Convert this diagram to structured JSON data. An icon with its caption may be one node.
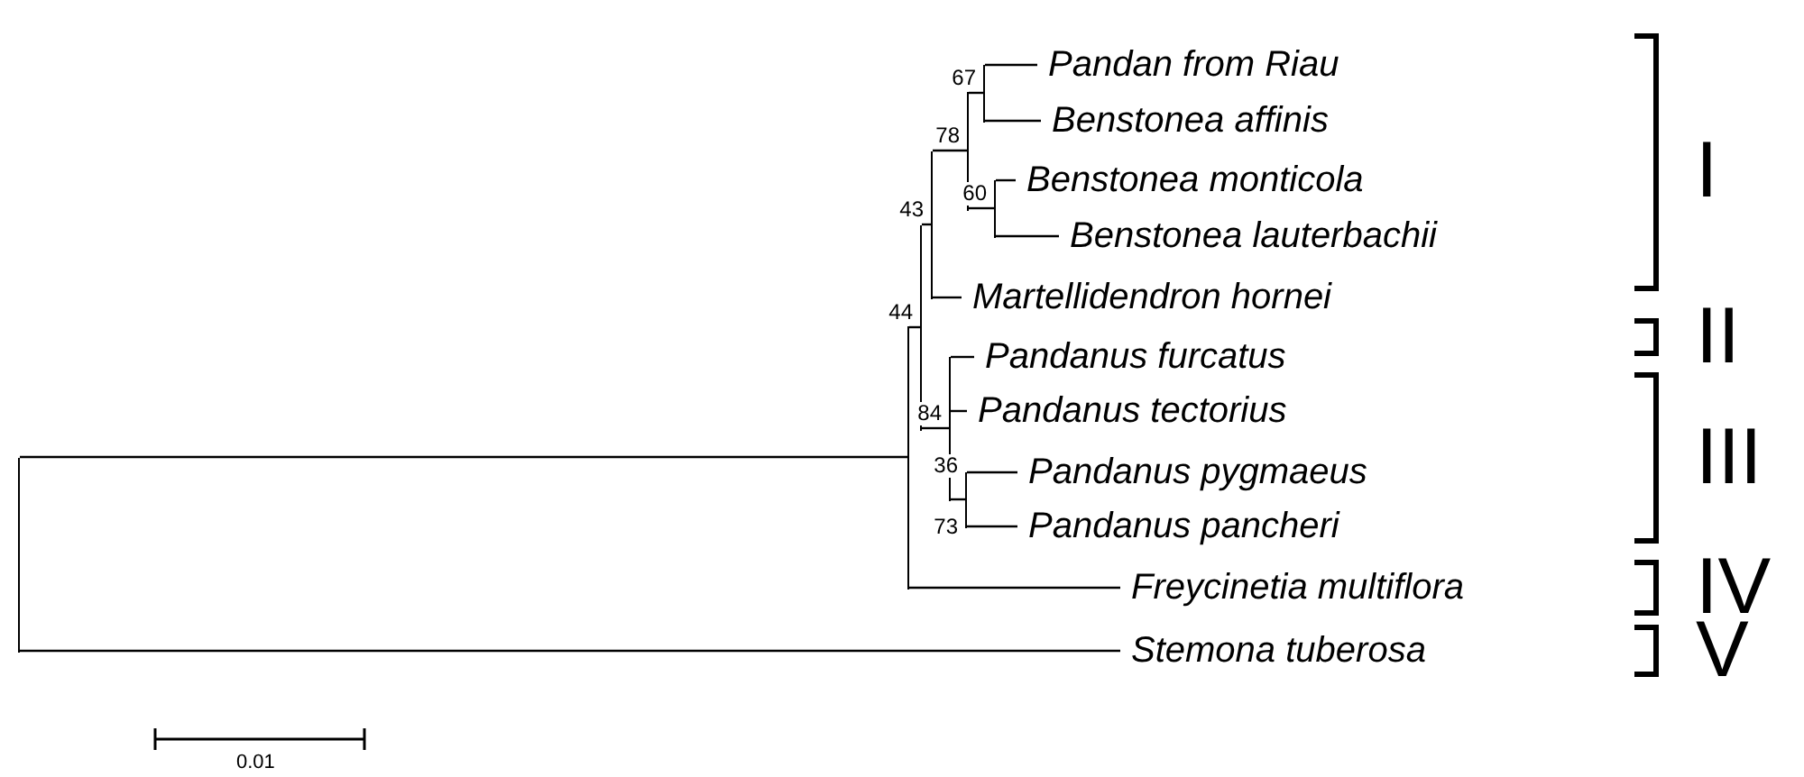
{
  "diagram": {
    "nodes": [
      {
        "text": [],
        "shape": "bar"
      },
      {
        "text": [],
        "shape": "bar"
      },
      {
        "text": [],
        "shape": "bar",
        "beside": [
          "44"
        ]
      },
      {
        "text": [],
        "shape": "bar",
        "beside": [
          "43"
        ]
      },
      {
        "text": [],
        "shape": "bar",
        "beside": [
          "78"
        ]
      },
      {
        "text": [],
        "shape": "bar",
        "beside": [
          "67"
        ]
      },
      {
        "text": [
          "Pandan from Riau"
        ]
      },
      {
        "text": [
          "Benstonea affinis"
        ]
      },
      {
        "text": [],
        "shape": "bar",
        "beside": [
          "60"
        ]
      },
      {
        "text": [
          "Benstonea monticola"
        ]
      },
      {
        "text": [
          "Benstonea lauterbachii"
        ]
      },
      {
        "text": [
          "Martellidendron hornei"
        ]
      },
      {
        "text": [],
        "shape": "bar",
        "beside": [
          "84"
        ]
      },
      {
        "text": [
          "Pandanus furcatus"
        ]
      },
      {
        "text": [
          "Pandanus tectorius"
        ]
      },
      {
        "text": [],
        "shape": "bar",
        "beside": [
          "36",
          "73"
        ]
      },
      {
        "text": [
          "Pandanus pygmaeus"
        ]
      },
      {
        "text": [
          "Pandanus pancheri"
        ]
      },
      {
        "text": [
          "Freycinetia multiflora"
        ]
      },
      {
        "text": [
          "Stemona tuberosa"
        ]
      }
    ],
    "edges": [
      {
        "from": 0,
        "to": 1,
        "arrow": "none"
      },
      {
        "from": 0,
        "to": 19,
        "arrow": "none"
      },
      {
        "from": 1,
        "to": 2,
        "arrow": "none"
      },
      {
        "from": 1,
        "to": 18,
        "arrow": "none"
      },
      {
        "from": 2,
        "to": 3,
        "arrow": "none"
      },
      {
        "from": 2,
        "to": 12,
        "arrow": "none"
      },
      {
        "from": 3,
        "to": 4,
        "arrow": "none"
      },
      {
        "from": 3,
        "to": 11,
        "arrow": "none"
      },
      {
        "from": 4,
        "to": 5,
        "arrow": "none"
      },
      {
        "from": 4,
        "to": 8,
        "arrow": "none"
      },
      {
        "from": 5,
        "to": 6,
        "arrow": "none"
      },
      {
        "from": 5,
        "to": 7,
        "arrow": "none"
      },
      {
        "from": 8,
        "to": 9,
        "arrow": "none"
      },
      {
        "from": 8,
        "to": 10,
        "arrow": "none"
      },
      {
        "from": 12,
        "to": 13,
        "arrow": "none"
      },
      {
        "from": 12,
        "to": 14,
        "arrow": "none"
      },
      {
        "from": 12,
        "to": 15,
        "arrow": "none"
      },
      {
        "from": 15,
        "to": 16,
        "arrow": "none"
      },
      {
        "from": 15,
        "to": 17,
        "arrow": "none"
      }
    ],
    "labels": [
      "I",
      "II",
      "III",
      "IV",
      "V",
      "0.01"
    ]
  }
}
